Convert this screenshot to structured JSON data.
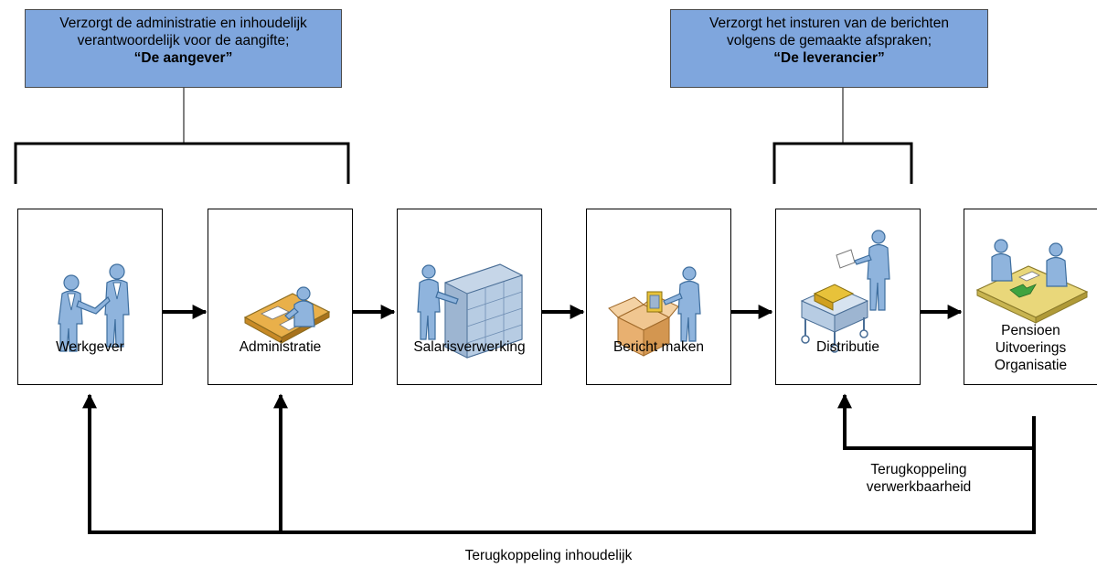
{
  "callouts": {
    "left": {
      "line1": "Verzorgt de administratie en inhoudelijk",
      "line2": "verantwoordelijk voor de aangifte;",
      "line3": "“De aangever”"
    },
    "right": {
      "line1": "Verzorgt het insturen van de berichten",
      "line2": "volgens de gemaakte afspraken;",
      "line3": "“De leverancier”"
    }
  },
  "stages": [
    {
      "label": "Werkgever",
      "icon": "handshake-people-icon"
    },
    {
      "label": "Administratie",
      "icon": "person-at-desk-icon"
    },
    {
      "label": "Salarisverwerking",
      "icon": "server-rack-person-icon"
    },
    {
      "label": "Bericht maken",
      "icon": "package-person-icon"
    },
    {
      "label": "Distributie",
      "icon": "mail-cart-person-icon"
    },
    {
      "label": "Pensioen Uitvoerings Organisatie",
      "label_lines": [
        "Pensioen",
        "Uitvoerings",
        "Organisatie"
      ],
      "icon": "meeting-table-icon"
    }
  ],
  "feedback": {
    "processing": {
      "line1": "Terugkoppeling",
      "line2": "verwerkbaarheid"
    },
    "content": "Terugkoppeling inhoudelijk"
  },
  "colors": {
    "callout_fill": "#7FA6DD",
    "person": "#8FB4DD",
    "desk": "#E9B04A",
    "line": "#000000"
  }
}
